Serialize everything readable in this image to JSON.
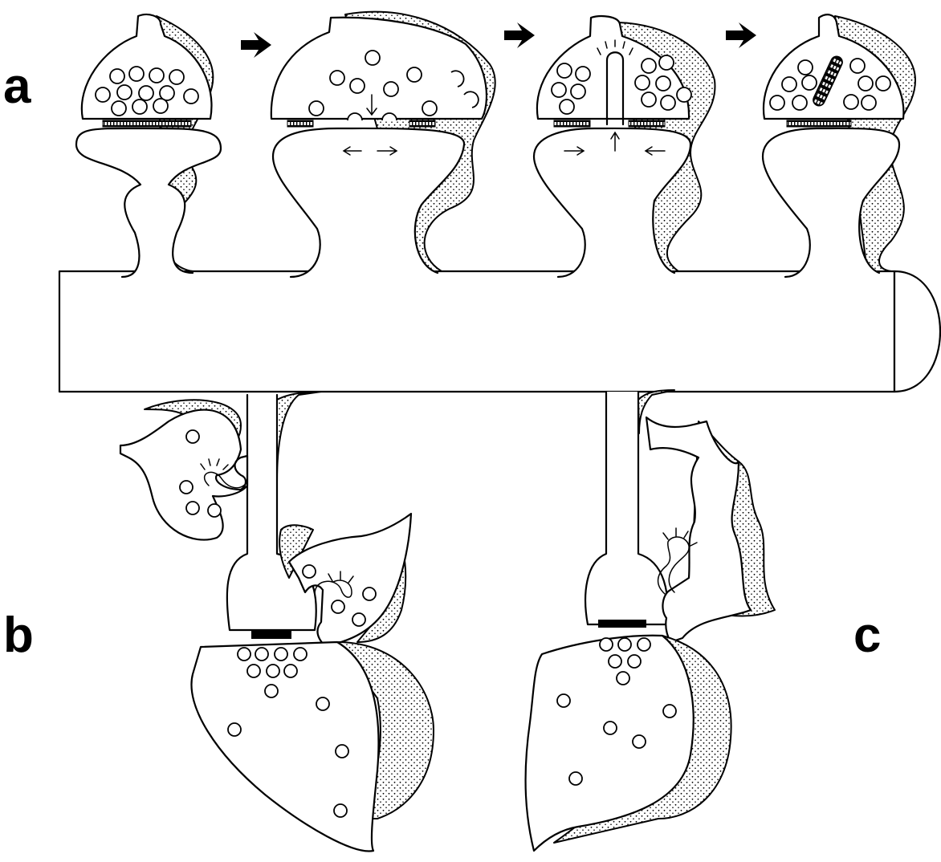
{
  "panels": {
    "a": "a",
    "b": "b",
    "c": "c"
  },
  "colors": {
    "line": "#000000",
    "background": "#ffffff"
  }
}
